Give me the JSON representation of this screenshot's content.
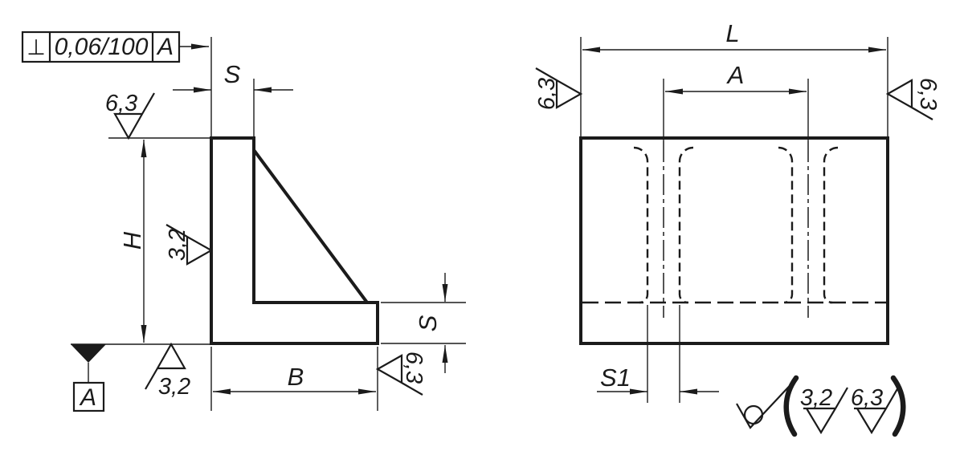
{
  "tolerance_frame": {
    "symbol": "⊥",
    "tolerance": "0,06/100",
    "datum": "A"
  },
  "datum_flag": {
    "label": "A"
  },
  "side_view": {
    "dim_thickness_top": "S",
    "dim_height": "H",
    "dim_width": "B",
    "dim_thickness_bottom": "S",
    "roughness_top": "6,3",
    "roughness_left": "3,2",
    "roughness_bottom": "3,2",
    "roughness_right": "6,3"
  },
  "front_view": {
    "dim_length": "L",
    "dim_hole_spacing": "A",
    "dim_slot_width": "S1",
    "roughness_left": "6,3",
    "roughness_right": "6,3"
  },
  "surface_note": {
    "value_1": "3,2",
    "value_2": "6,3"
  },
  "colors": {
    "ink": "#1b1b1b",
    "paper": "#ffffff"
  }
}
